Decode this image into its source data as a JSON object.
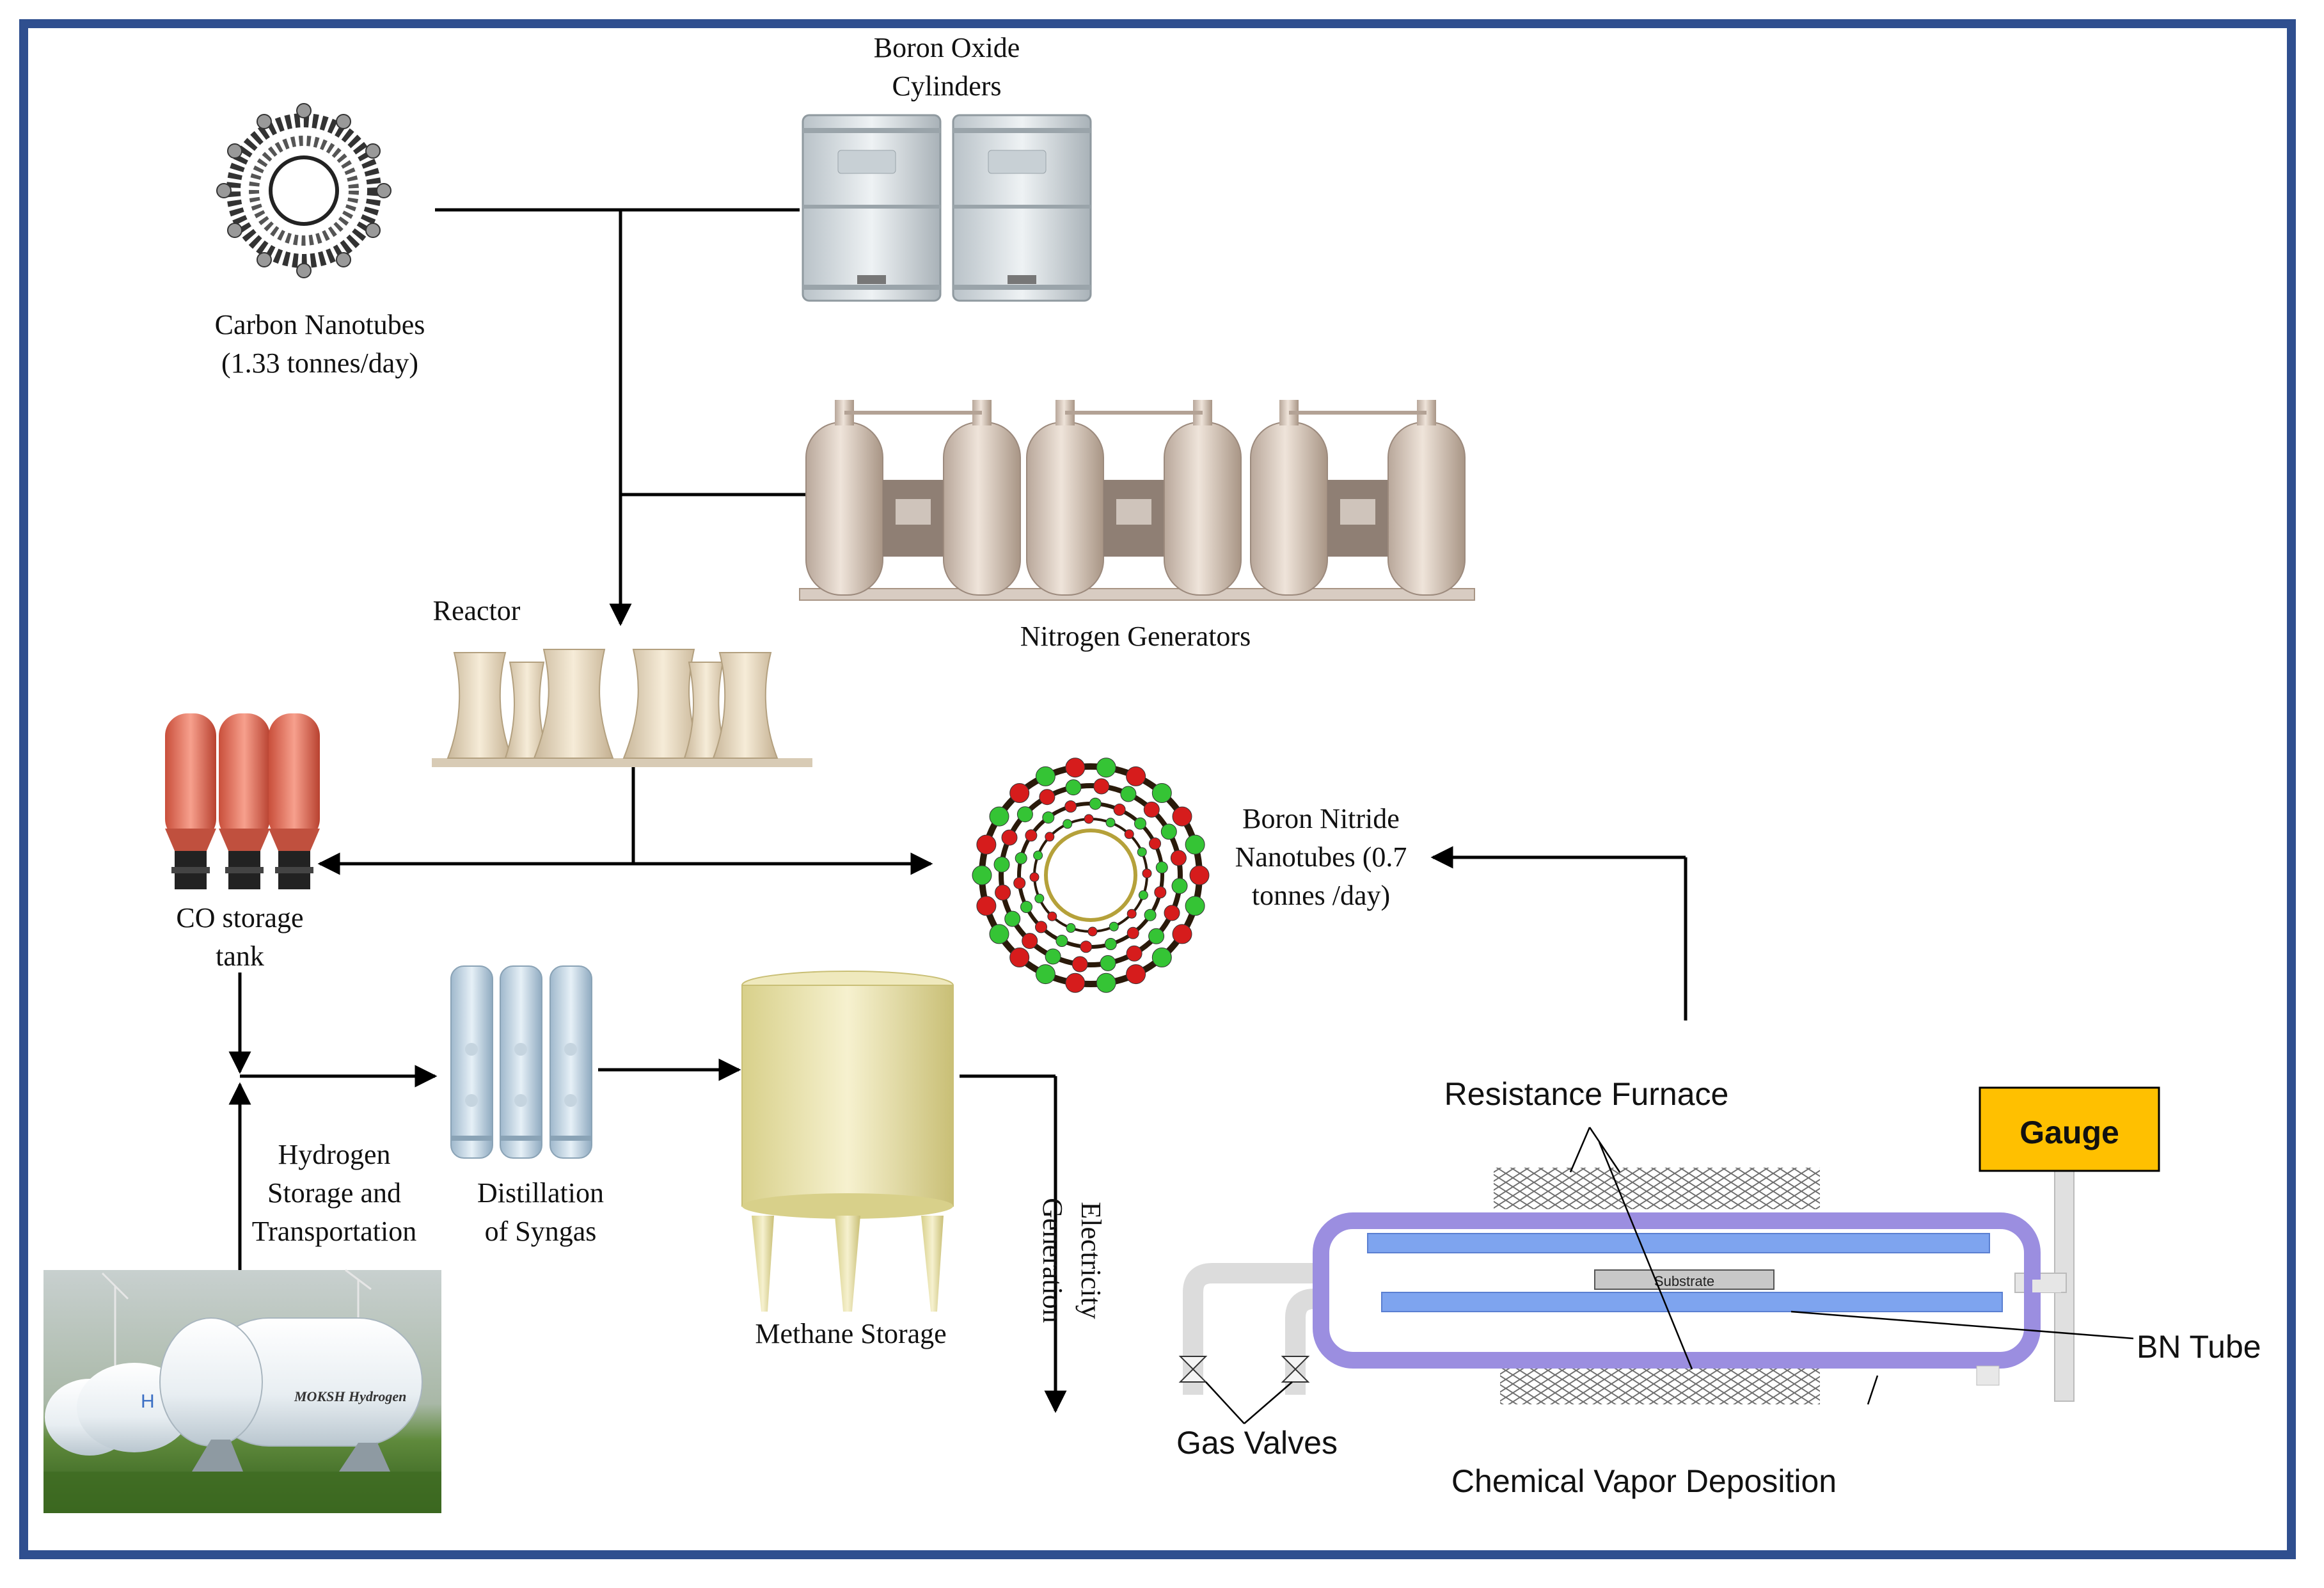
{
  "labels": {
    "boron_oxide": [
      "Boron Oxide",
      "Cylinders"
    ],
    "carbon_nanotubes": [
      "Carbon Nanotubes",
      "(1.33 tonnes/day)"
    ],
    "nitrogen_generators": "Nitrogen Generators",
    "reactor": "Reactor",
    "co_storage": [
      "CO storage",
      "tank"
    ],
    "boron_nitride": [
      "Boron Nitride",
      "Nanotubes (0.7",
      "tonnes /day)"
    ],
    "hydrogen": [
      "Hydrogen",
      "Storage and",
      "Transportation"
    ],
    "distillation": [
      "Distillation",
      "of Syngas"
    ],
    "methane_storage": "Methane Storage",
    "electricity": [
      "Electricity",
      "Generation"
    ],
    "resistance_furnace": "Resistance Furnace",
    "gauge": "Gauge",
    "substrate": "Substrate",
    "bn_tube": "BN Tube",
    "gas_valves": "Gas Valves",
    "cvd": "Chemical Vapor Deposition",
    "moksh": "MOKSH Hydrogen",
    "h_mark": "H"
  },
  "colors": {
    "frame": "#2f4f8f",
    "gauge_fill": "#ffc000",
    "furnace_tube": "#9b8ee0",
    "inner_tube": "#7ea4ef",
    "co_tank": "#e2705a",
    "boron_red": "#d61c1c",
    "nitrogen_green": "#35c435"
  }
}
